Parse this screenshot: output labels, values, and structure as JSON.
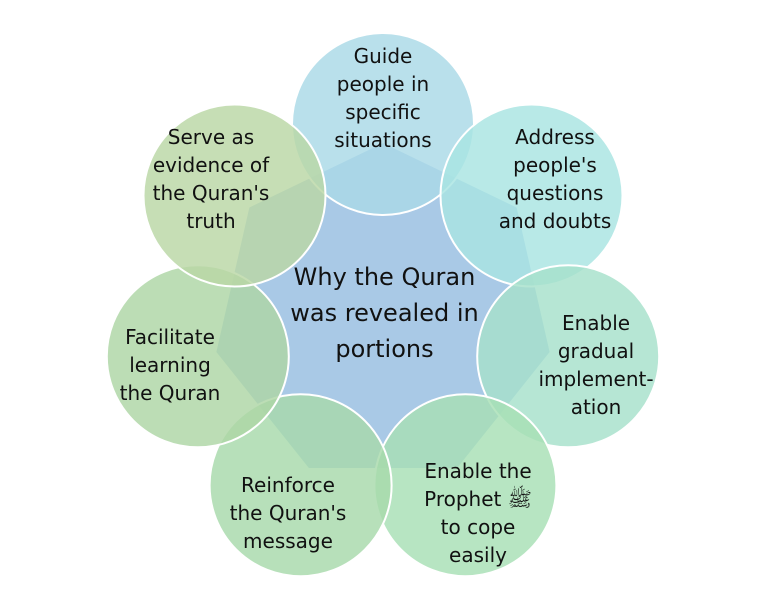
{
  "diagram": {
    "center": {
      "text": "Why the Quran\nwas revealed in\nportions",
      "color": "#a9c9e6"
    },
    "nodes": [
      {
        "id": "guide",
        "text": "Guide\npeople in\nspecific\nsituations",
        "color": "#a9d9e6"
      },
      {
        "id": "address",
        "text": "Address\npeople's\nquestions\nand doubts",
        "color": "#a8e4e2"
      },
      {
        "id": "gradual",
        "text": "Enable\ngradual\nimplement-\nation",
        "color": "#a6e0cb"
      },
      {
        "id": "cope",
        "text": "Enable the\nProphet ﷺ\nto cope\neasily",
        "color": "#a7dfb5"
      },
      {
        "id": "reinforce",
        "text": "Reinforce\nthe Quran's\nmessage",
        "color": "#a7d9ab"
      },
      {
        "id": "facilitate",
        "text": "Facilitate\nlearning\nthe Quran",
        "color": "#add5a5"
      },
      {
        "id": "evidence",
        "text": "Serve as\nevidence of\nthe Quran's\ntruth",
        "color": "#b9d7a5"
      }
    ]
  }
}
